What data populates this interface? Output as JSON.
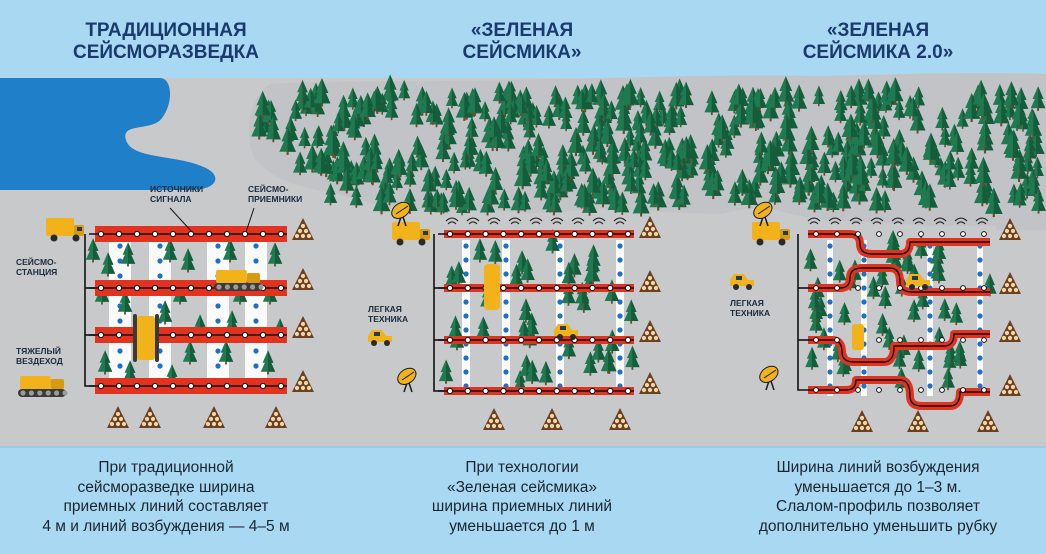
{
  "colors": {
    "sky": "#a9d8f3",
    "ground": "#c8c9cb",
    "water": "#1f7fc8",
    "tree": "#1f7a52",
    "tree_dark": "#155c3b",
    "line_red": "#e3331f",
    "dot_blue": "#1f6fc8",
    "vehicle_yellow": "#f1b21a",
    "title_navy": "#1a3a6e"
  },
  "panels": [
    {
      "title_lines": [
        "ТРАДИЦИОННАЯ",
        "СЕЙСМОРАЗВЕДКА"
      ],
      "caption_lines": [
        "При традиционной",
        "сейсморазведке ширина",
        "приемных линий составляет",
        "4 м и линий возбуждения — 4–5 м"
      ]
    },
    {
      "title_lines": [
        "«ЗЕЛЕНАЯ",
        "СЕЙСМИКА»"
      ],
      "caption_lines": [
        "При технологии",
        "«Зеленая сейсмика»",
        "ширина приемных линий",
        "уменьшается до 1 м"
      ]
    },
    {
      "title_lines": [
        "«ЗЕЛЕНАЯ",
        "СЕЙСМИКА 2.0»"
      ],
      "caption_lines": [
        "Ширина линий возбуждения",
        "уменьшается до 1–3 м.",
        "Слалом-профиль позволяет",
        "дополнительно уменьшить рубку"
      ]
    }
  ],
  "labels": {
    "signal_sources": [
      "ИСТОЧНИКИ",
      "СИГНАЛА"
    ],
    "receivers": [
      "СЕЙСМО-",
      "ПРИЕМНИКИ"
    ],
    "station": [
      "СЕЙСМО-",
      "СТАНЦИЯ"
    ],
    "heavy_vehicle": [
      "ТЯЖЕЛЫЙ",
      "ВЕЗДЕХОД"
    ],
    "light_vehicle_2": [
      "ЛЕГКАЯ",
      "ТЕХНИКА"
    ],
    "light_vehicle_3": [
      "ЛЕГКАЯ",
      "ТЕХНИКА"
    ]
  },
  "icons": [
    "truck-icon",
    "tracked-vehicle-icon",
    "satellite-dish-icon",
    "log-pile-icon",
    "tree-icon",
    "signal-wave-icon",
    "car-icon"
  ]
}
